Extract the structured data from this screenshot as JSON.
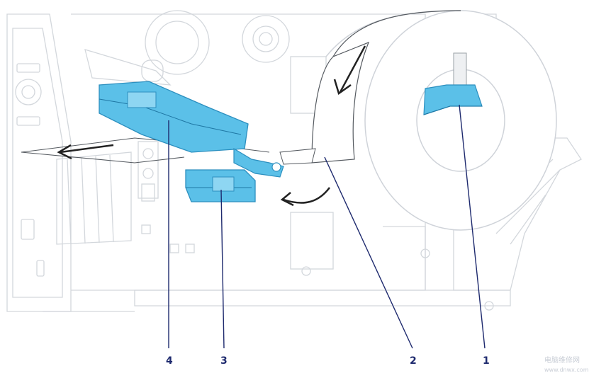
{
  "diagram": {
    "callouts": [
      {
        "number": "1",
        "target": "media-supply-guide"
      },
      {
        "number": "2",
        "target": "media-path"
      },
      {
        "number": "3",
        "target": "platen-roller-assembly"
      },
      {
        "number": "4",
        "target": "printhead-assembly"
      }
    ],
    "colors": {
      "outline": "#cfd3d9",
      "highlight": "#5bc0e8",
      "highlight_dark": "#2c8fbf",
      "callout": "#1e2a6e",
      "arrow": "#222222"
    },
    "watermark": {
      "line1": "电脑维修网",
      "line2": "www.dnwx.com"
    }
  }
}
